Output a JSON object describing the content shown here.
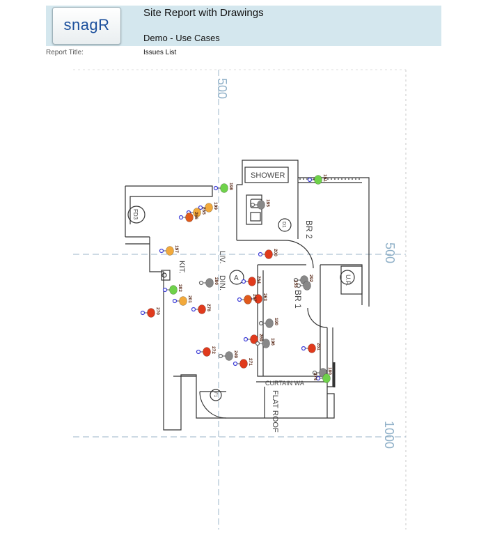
{
  "logo": {
    "text": "snagR"
  },
  "report": {
    "name": "Site Report with Drawings",
    "project": "Demo - Use Cases",
    "title_label": "Report Title:",
    "title_value": "Issues List"
  },
  "drawing": {
    "grid_labels": {
      "top": "500",
      "right_mid": "500",
      "right_bottom": "1000"
    },
    "room_labels": {
      "shower": "SHOWER",
      "br2": "BR 2",
      "br1": "BR 1",
      "kit": "KIT.",
      "liv": "LIV.",
      "din": "DIN.",
      "fd3": "FD3",
      "d1": "D1",
      "up": "U.P.",
      "curtain": "CURTAIN WA",
      "flat_roof": "FLAT ROOF",
      "circle_a": "A",
      "fd_small": "F1"
    },
    "pins": [
      {
        "id": "191",
        "color": "#6fd24a"
      },
      {
        "id": "198",
        "color": "#6fd24a"
      },
      {
        "id": "195",
        "color": "#888888"
      },
      {
        "id": "199",
        "color": "#f2a93b"
      },
      {
        "id": "265",
        "color": "#f2a93b"
      },
      {
        "id": "266",
        "color": "#e05a1c"
      },
      {
        "id": "197",
        "color": "#f2a93b"
      },
      {
        "id": "200",
        "color": "#e03a1c"
      },
      {
        "id": "292",
        "color": "#888888"
      },
      {
        "id": "253",
        "color": "#888888"
      },
      {
        "id": "280",
        "color": "#888888"
      },
      {
        "id": "264",
        "color": "#e03a1c"
      },
      {
        "id": "263",
        "color": "#e03a1c"
      },
      {
        "id": "267",
        "color": "#e05a1c"
      },
      {
        "id": "202",
        "color": "#6fd24a"
      },
      {
        "id": "201",
        "color": "#f2a93b"
      },
      {
        "id": "278",
        "color": "#e03a1c"
      },
      {
        "id": "270",
        "color": "#e03a1c"
      },
      {
        "id": "190",
        "color": "#888888"
      },
      {
        "id": "269",
        "color": "#e03a1c"
      },
      {
        "id": "196",
        "color": "#888888"
      },
      {
        "id": "261",
        "color": "#e03a1c"
      },
      {
        "id": "272",
        "color": "#e03a1c"
      },
      {
        "id": "249",
        "color": "#888888"
      },
      {
        "id": "271",
        "color": "#e03a1c"
      },
      {
        "id": "180",
        "color": "#888888"
      },
      {
        "id": "274",
        "color": "#6fd24a"
      }
    ]
  }
}
